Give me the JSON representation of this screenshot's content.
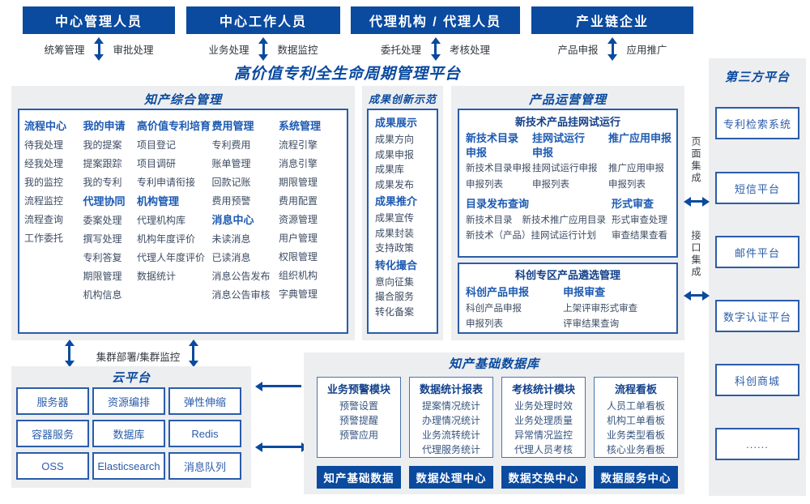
{
  "title": "高价值专利全生命周期管理平台",
  "actors": [
    {
      "name": "中心管理人员",
      "roles": [
        "统筹管理",
        "审批处理"
      ]
    },
    {
      "name": "中心工作人员",
      "roles": [
        "业务处理",
        "数据监控"
      ]
    },
    {
      "name": "代理机构 / 代理人员",
      "roles": [
        "委托处理",
        "考核处理"
      ]
    },
    {
      "name": "产业链企业",
      "roles": [
        "产品申报",
        "应用推广"
      ]
    }
  ],
  "ip": {
    "title": "知产综合管理",
    "columns": [
      {
        "groups": [
          {
            "title": "流程中心",
            "items": [
              "待我处理",
              "经我处理",
              "我的监控",
              "流程监控",
              "流程查询",
              "工作委托"
            ]
          }
        ]
      },
      {
        "groups": [
          {
            "title": "我的申请",
            "items": [
              "我的提案",
              "提案跟踪",
              "我的专利"
            ]
          },
          {
            "title": "代理协同",
            "items": [
              "委案处理",
              "撰写处理",
              "专利答复",
              "期限管理",
              "机构信息"
            ]
          }
        ]
      },
      {
        "groups": [
          {
            "title": "高价值专利培育",
            "items": [
              "项目登记",
              "项目调研",
              "专利申请衔接"
            ]
          },
          {
            "title": "机构管理",
            "items": [
              "代理机构库",
              "机构年度评价",
              "代理人年度评价",
              "数据统计"
            ]
          }
        ]
      },
      {
        "groups": [
          {
            "title": "费用管理",
            "items": [
              "专利费用",
              "账单管理",
              "回款记账",
              "费用预警"
            ]
          },
          {
            "title": "消息中心",
            "items": [
              "未读消息",
              "已读消息",
              "消息公告发布",
              "消息公告审核"
            ]
          }
        ]
      },
      {
        "groups": [
          {
            "title": "系统管理",
            "items": [
              "流程引擎",
              "消息引擎",
              "期限管理",
              "费用配置",
              "资源管理",
              "用户管理",
              "权限管理",
              "组织机构",
              "字典管理"
            ]
          }
        ]
      }
    ]
  },
  "innovation": {
    "title": "成果创新示范",
    "groups": [
      {
        "title": "成果展示",
        "items": [
          "成果方向",
          "成果申报",
          "成果库",
          "成果发布"
        ]
      },
      {
        "title": "成果推介",
        "items": [
          "成果宣传",
          "成果封装",
          "支持政策"
        ]
      },
      {
        "title": "转化撮合",
        "items": [
          "意向征集",
          "撮合服务",
          "转化备案"
        ]
      }
    ]
  },
  "productops": {
    "title": "产品运营管理",
    "trial": {
      "title": "新技术产品挂网试运行",
      "cols": [
        {
          "title": "新技术目录\n申报",
          "items": [
            "新技术目录申报",
            "申报列表"
          ]
        },
        {
          "title": "挂网试运行\n申报",
          "items": [
            "挂网试运行申报",
            "申报列表"
          ]
        },
        {
          "title": "推广应用申报",
          "items": [
            "推广应用申报",
            "申报列表"
          ]
        }
      ],
      "catalog": {
        "title": "目录发布查询",
        "items": [
          "新技术目录",
          "新技术推广应用目录",
          "新技术（产品）挂网试运行计划"
        ]
      },
      "review": {
        "title": "形式审查",
        "items": [
          "形式审查处理",
          "审查结果查看"
        ]
      }
    },
    "selection": {
      "title": "科创专区产品遴选管理",
      "cols": [
        {
          "title": "科创产品申报",
          "items": [
            "科创产品申报",
            "申报列表"
          ]
        },
        {
          "title": "申报审查",
          "items": [
            "上架评审形式审查",
            "评审结果查询"
          ]
        }
      ]
    }
  },
  "thirdparty": {
    "title": "第三方平台",
    "items": [
      "专利检索系统",
      "短信平台",
      "邮件平台",
      "数字认证平台",
      "科创商城",
      "......"
    ]
  },
  "integration": {
    "page": "页面集成",
    "api": "接口集成"
  },
  "cluster": {
    "label": "集群部署/集群监控"
  },
  "cloud": {
    "title": "云平台",
    "items": [
      "服务器",
      "资源编排",
      "弹性伸缩",
      "容器服务",
      "数据库",
      "Redis",
      "OSS",
      "Elasticsearch",
      "消息队列"
    ]
  },
  "datahub": {
    "title": "知产基础数据库",
    "modules": [
      {
        "title": "业务预警模块",
        "items": [
          "预警设置",
          "预警提醒",
          "预警应用"
        ]
      },
      {
        "title": "数据统计报表",
        "items": [
          "提案情况统计",
          "办理情况统计",
          "业务流转统计",
          "代理服务统计"
        ]
      },
      {
        "title": "考核统计模块",
        "items": [
          "业务处理时效",
          "业务处理质量",
          "异常情况监控",
          "代理人员考核"
        ]
      },
      {
        "title": "流程看板",
        "items": [
          "人员工单看板",
          "机构工单看板",
          "业务类型看板",
          "核心业务看板"
        ]
      }
    ],
    "centers": [
      "知产基础数据",
      "数据处理中心",
      "数据交换中心",
      "数据服务中心"
    ]
  },
  "colors": {
    "primary_blue": "#0a4a9f",
    "group_head_blue": "#1d5ab2",
    "navy_heading": "#123f88",
    "panel_bg": "#edeef0",
    "box_border_blue": "#2a5caa",
    "item_text": "#3e4c63"
  }
}
